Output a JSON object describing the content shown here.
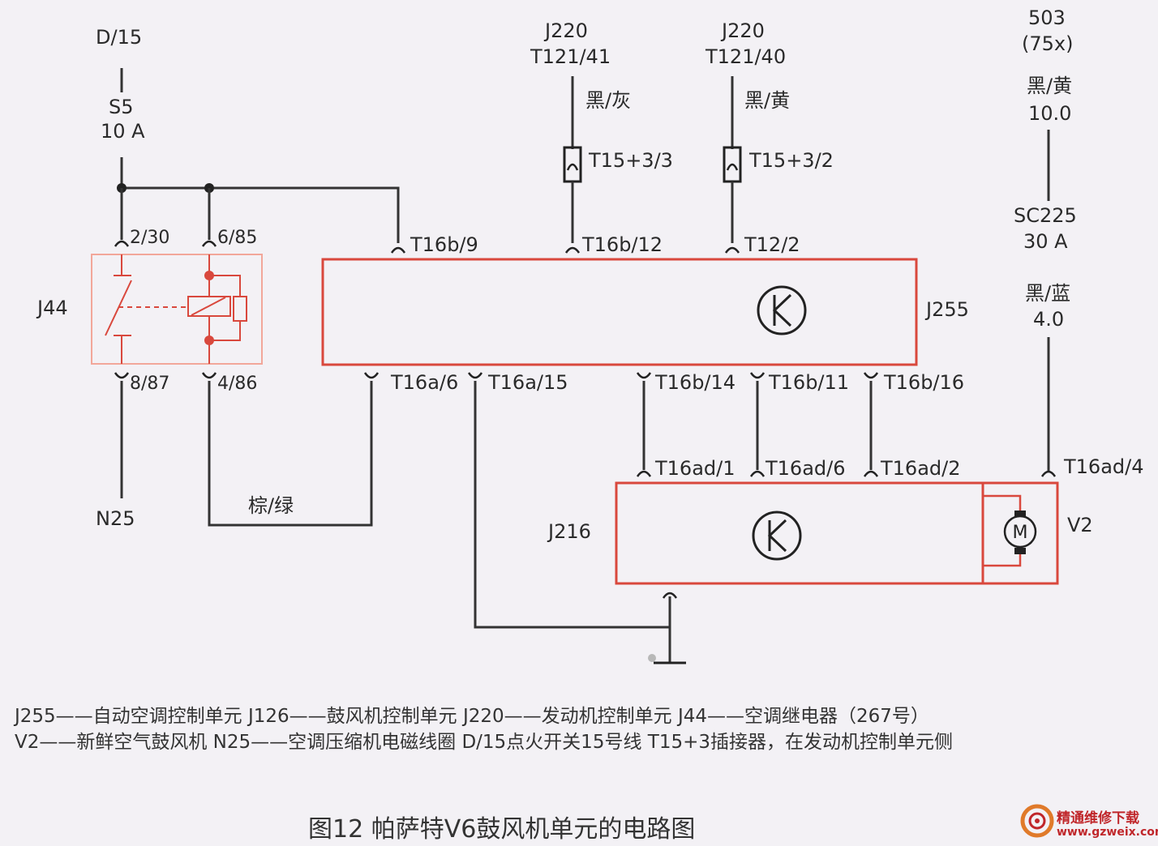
{
  "supply": {
    "d15": "D/15",
    "s5": "S5",
    "s5_rating": "10 A",
    "j220_a": "J220",
    "j220_a_pin": "T121/41",
    "j220_a_wire": "黑/灰",
    "j220_a_conn": "T15+3/3",
    "j220_b": "J220",
    "j220_b_pin": "T121/40",
    "j220_b_wire": "黑/黄",
    "j220_b_conn": "T15+3/2",
    "b503": "503",
    "b75x": "(75x)",
    "wire_503": "黑/黄",
    "wire_503_size": "10.0",
    "sc225": "SC225",
    "sc225_rating": "30 A",
    "wire_v2": "黑/蓝",
    "wire_v2_size": "4.0"
  },
  "relay": {
    "name": "J44",
    "pin_230": "2/30",
    "pin_685": "6/85",
    "pin_887": "8/87",
    "pin_486": "4/86",
    "n25": "N25",
    "wire_brown_green": "棕/绿"
  },
  "j255": {
    "name": "J255",
    "pin_t16b9": "T16b/9",
    "pin_t16b12": "T16b/12",
    "pin_t122": "T12/2",
    "pin_t16a6": "T16a/6",
    "pin_t16a15": "T16a/15",
    "pin_t16b14": "T16b/14",
    "pin_t16b11": "T16b/11",
    "pin_t16b16": "T16b/16"
  },
  "j216": {
    "name": "J216",
    "pin_t16ad1": "T16ad/1",
    "pin_t16ad6": "T16ad/6",
    "pin_t16ad2": "T16ad/2",
    "pin_t16ad4": "T16ad/4",
    "motor": "V2",
    "motor_symbol": "M"
  },
  "legend": {
    "line1": "J255——自动空调控制单元  J126——鼓风机控制单元  J220——发动机控制单元  J44——空调继电器（267号）",
    "line2": "V2——新鲜空气鼓风机  N25——空调压缩机电磁线圈  D/15点火开关15号线  T15+3插接器，在发动机控制单元侧"
  },
  "caption": "图12  帕萨特V6鼓风机单元的电路图",
  "watermark": {
    "line1": "精通维修下载",
    "line2": "www.gzweix.com"
  },
  "colors": {
    "component_outline": "#d9483d",
    "relay_outline": "#f2a79a",
    "wire": "#333333",
    "watermark": "#c0262a"
  }
}
